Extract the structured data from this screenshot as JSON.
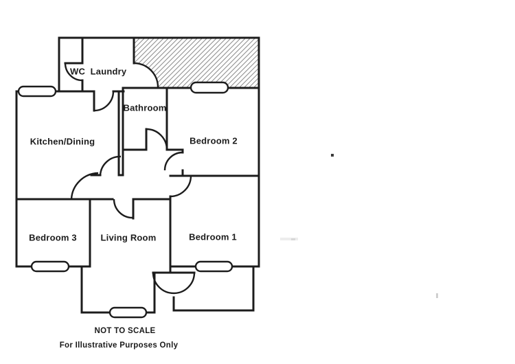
{
  "floorplan": {
    "rooms": {
      "wc": {
        "label": "WC"
      },
      "laundry": {
        "label": "Laundry"
      },
      "bathroom": {
        "label": "Bathroom"
      },
      "kitchen_dining": {
        "label": "Kitchen/Dining"
      },
      "bedroom2": {
        "label": "Bedroom 2"
      },
      "bedroom3": {
        "label": "Bedroom 3"
      },
      "living_room": {
        "label": "Living Room"
      },
      "bedroom1": {
        "label": "Bedroom 1"
      }
    },
    "notes": {
      "not_to_scale": "NOT TO SCALE",
      "illustrative": "For Illustrative Purposes Only"
    },
    "colors": {
      "wall": "#1c1c1c",
      "hatch_line": "#8f8f8f",
      "background": "#ffffff"
    }
  }
}
